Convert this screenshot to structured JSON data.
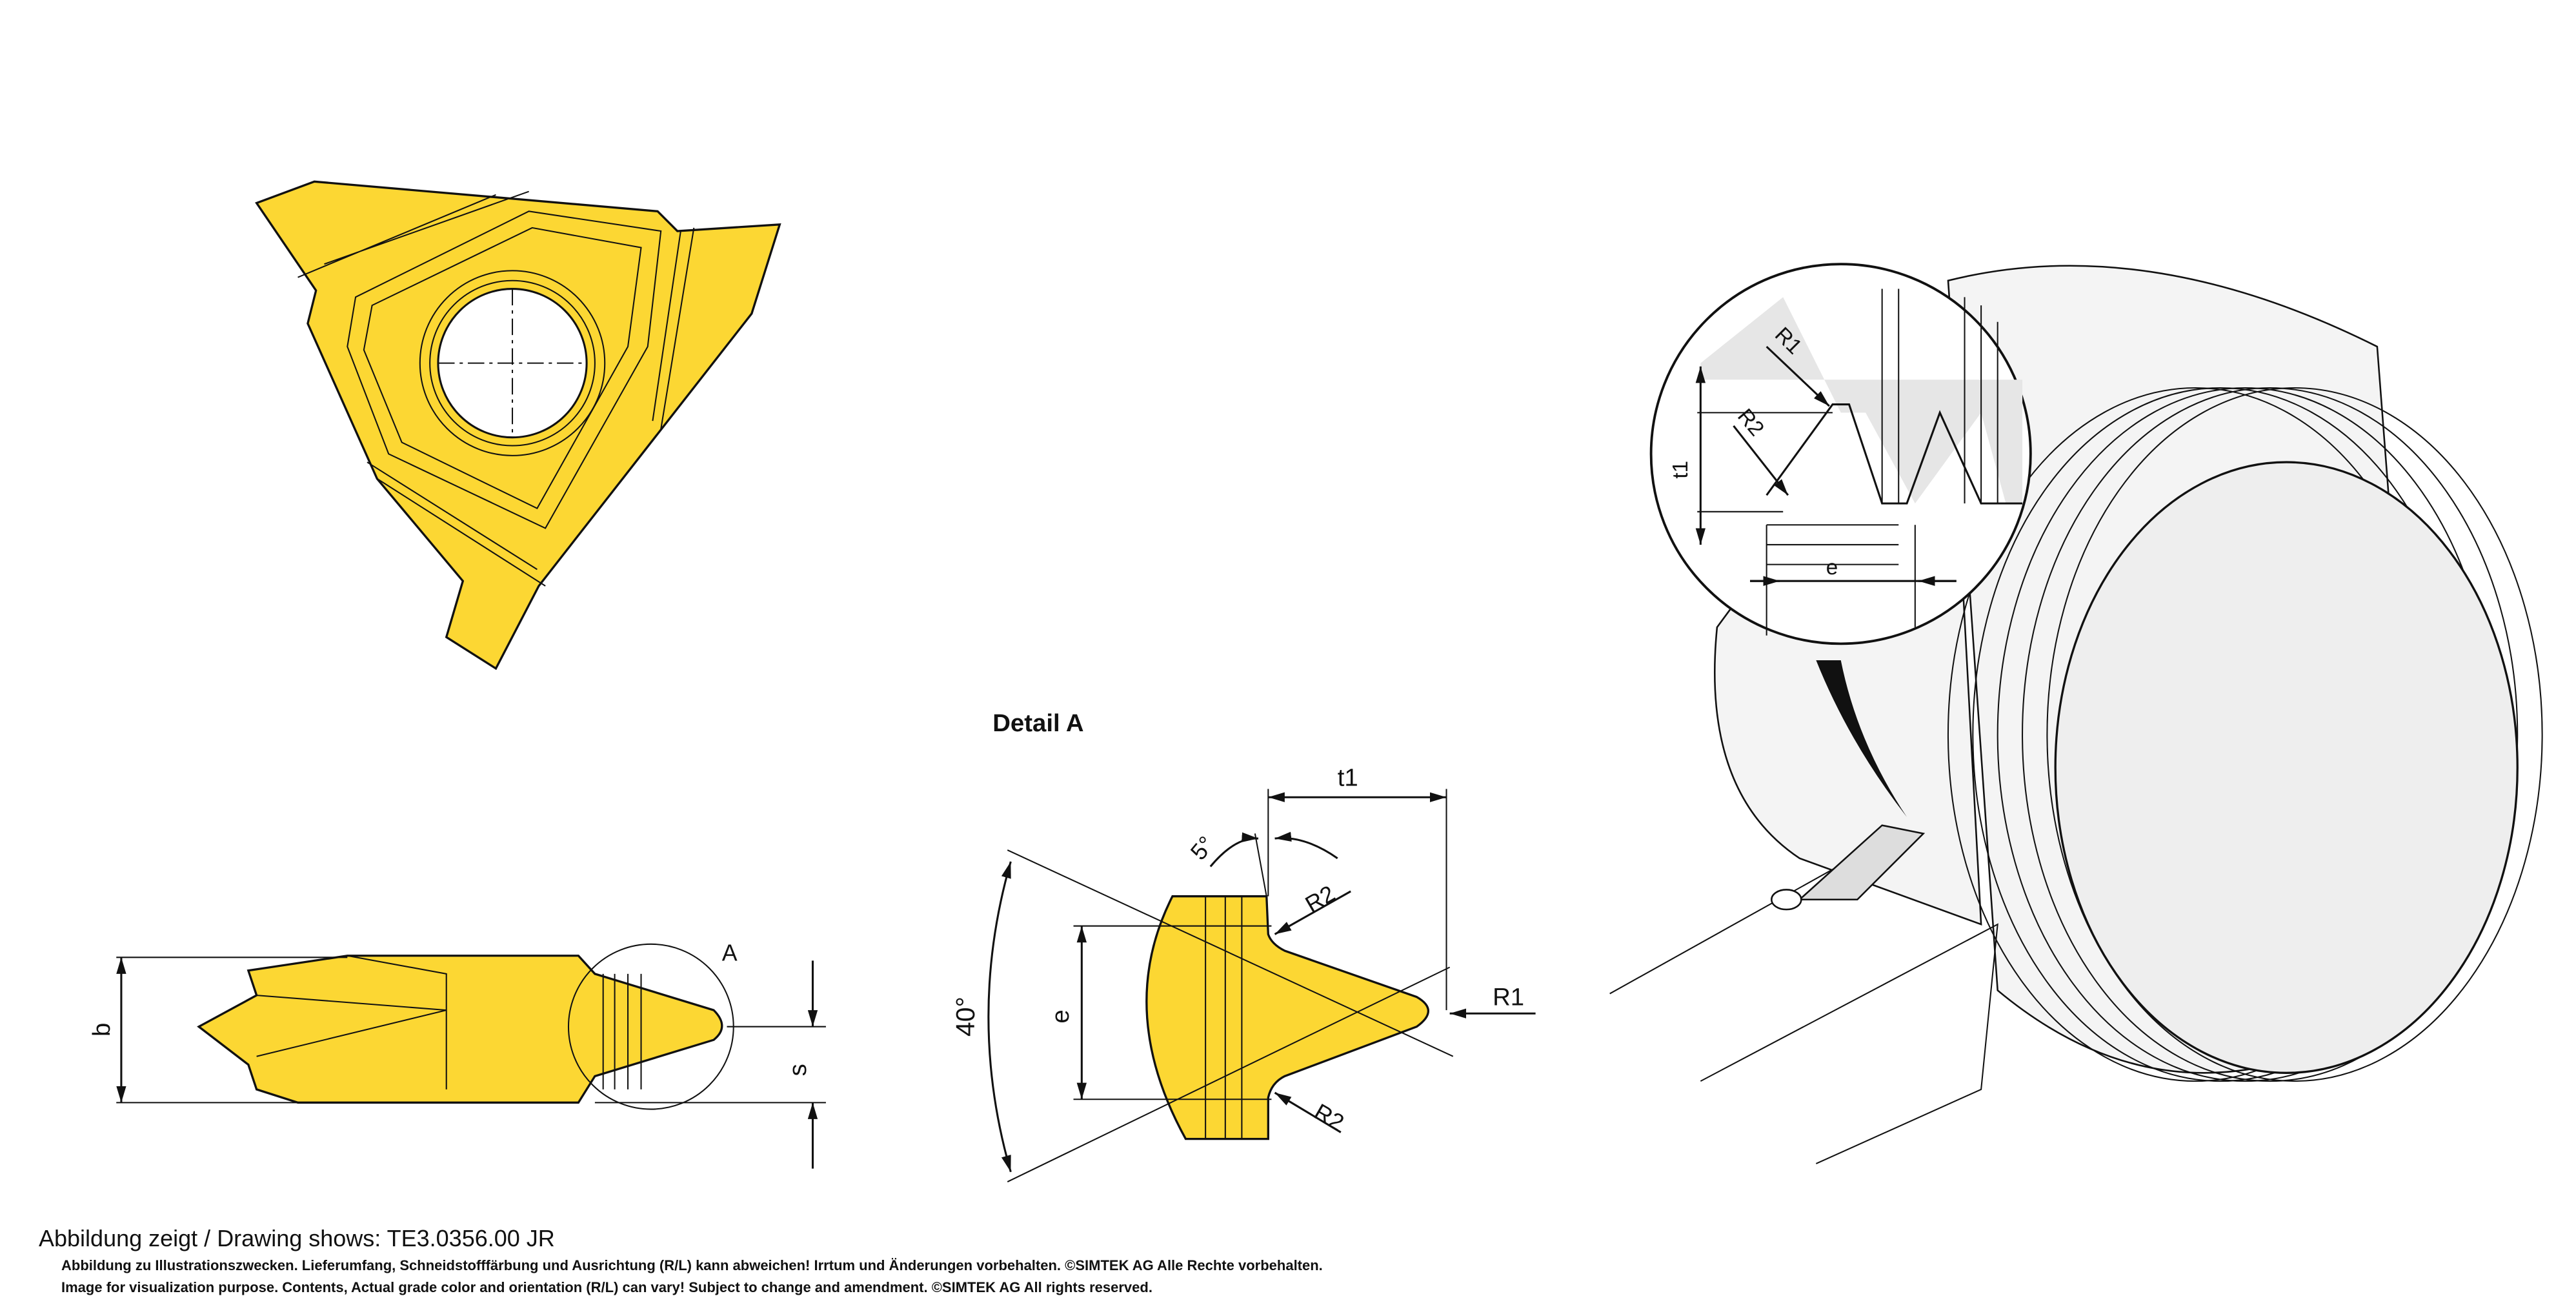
{
  "detail_title": "Detail A",
  "labels": {
    "t1": "t1",
    "angle_5": "5°",
    "r2_top": "R2",
    "r2_bottom": "R2",
    "r1": "R1",
    "e": "e",
    "angle_40": "40°",
    "detail_marker": "A",
    "b": "b",
    "s": "s",
    "inset_r1": "R1",
    "inset_r2": "R2",
    "inset_t1": "t1",
    "inset_e": "e"
  },
  "colors": {
    "insert": "#fcd733",
    "line": "#111111",
    "workpiece": "#eeeeee"
  },
  "footer": {
    "caption": "Abbildung zeigt / Drawing shows: TE3.0356.00 JR",
    "disclaimer_de": "Abbildung zu Illustrationszwecken. Lieferumfang, Schneidstofffärbung und Ausrichtung (R/L) kann abweichen! Irrtum und Änderungen vorbehalten. ©SIMTEK AG Alle Rechte vorbehalten.",
    "disclaimer_en": "Image for visualization purpose. Contents, Actual grade color and orientation (R/L) can vary! Subject to change and amendment. ©SIMTEK AG All rights reserved."
  }
}
